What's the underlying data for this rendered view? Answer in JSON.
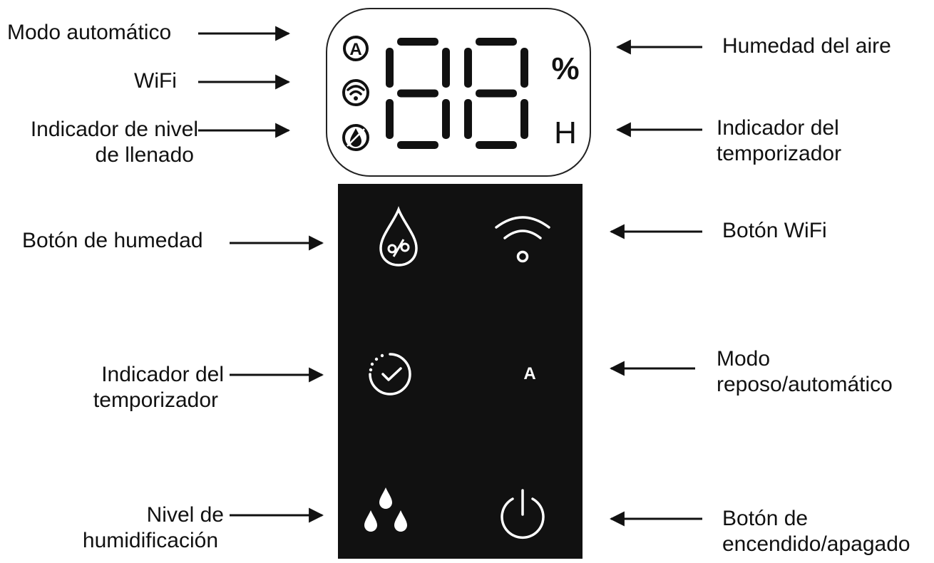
{
  "colors": {
    "ink": "#111111",
    "panel": "#111111",
    "icon": "#ffffff",
    "background": "#ffffff"
  },
  "display": {
    "digits": "88",
    "percent_symbol": "%",
    "hour_symbol": "H",
    "auto_symbol": "A",
    "icons": [
      "auto-mode-icon",
      "wifi-icon",
      "water-level-icon"
    ]
  },
  "panel": {
    "buttons": [
      {
        "icon": "humidity-drop-percent-icon"
      },
      {
        "icon": "wifi-icon"
      },
      {
        "icon": "timer-clock-icon"
      },
      {
        "icon": "sleep-moon-auto-icon",
        "letter": "A"
      },
      {
        "icon": "humidification-drops-icon"
      },
      {
        "icon": "power-icon"
      }
    ]
  },
  "labels": {
    "auto_mode": "Modo automático",
    "wifi": "WiFi",
    "fill_level": [
      "Indicador de nivel",
      "de llenado"
    ],
    "air_humidity": "Humedad del aire",
    "timer_indicator_display": [
      "Indicador del",
      "temporizador"
    ],
    "humidity_button": "Botón de humedad",
    "wifi_button": "Botón WiFi",
    "timer_indicator_panel": [
      "Indicador del",
      "temporizador"
    ],
    "sleep_auto_mode": [
      "Modo",
      "reposo/automático"
    ],
    "humidification_level": [
      "Nivel de",
      "humidificación"
    ],
    "power_button": [
      "Botón de",
      "encendido/apagado"
    ]
  }
}
